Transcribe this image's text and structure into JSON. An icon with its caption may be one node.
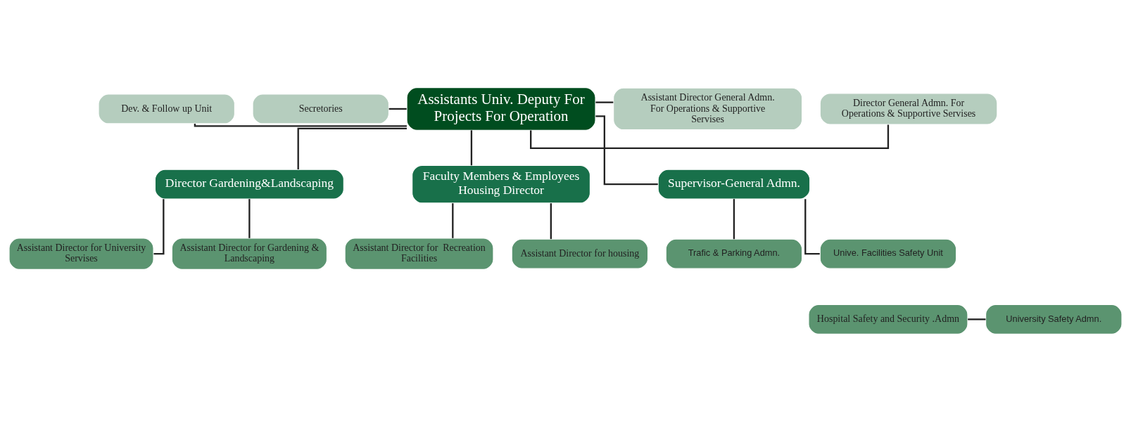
{
  "diagram": {
    "nodes": [
      {
        "text": [
          "Assistants Univ. Deputy For Projects For Operation"
        ]
      },
      {
        "text": [
          "Dev. & Follow up Unit"
        ]
      },
      {
        "text": [
          "Secretories"
        ]
      },
      {
        "text": [
          "Director General Admn. For Operations & Supportive Servises"
        ]
      },
      {
        "text": [
          "Assistant Director General Admn. For Operations & Supportive Servises"
        ]
      },
      {
        "text": [
          "Director Gardening&Landscaping"
        ]
      },
      {
        "text": [
          "Faculty Members & Employees Housing Director"
        ]
      },
      {
        "text": [
          "Supervisor-General Admn."
        ]
      },
      {
        "text": [
          "Assistant Director for University Servises"
        ]
      },
      {
        "text": [
          "Assistant Director for Gardening & Landscaping"
        ]
      },
      {
        "text": [
          "Assistant Director for  Recreation Facilities"
        ]
      },
      {
        "text": [
          "Assistant Director for housing"
        ]
      },
      {
        "text": [
          "Trafic & Parking Admn."
        ]
      },
      {
        "text": [
          "Unive. Facilities Safety Unit"
        ]
      },
      {
        "text": [
          "Hospital Safety and Security .Admn"
        ]
      },
      {
        "text": [
          "University Safety Admn."
        ]
      }
    ],
    "edges": [
      {
        "from": 1,
        "to": 0,
        "arrow": "none"
      },
      {
        "from": 2,
        "to": 0,
        "arrow": "none"
      },
      {
        "from": 0,
        "to": 3,
        "arrow": "none"
      },
      {
        "from": 0,
        "to": 4,
        "arrow": "none"
      },
      {
        "from": 0,
        "to": 5,
        "arrow": "none"
      },
      {
        "from": 0,
        "to": 6,
        "arrow": "none"
      },
      {
        "from": 0,
        "to": 7,
        "arrow": "none"
      },
      {
        "from": 5,
        "to": 8,
        "arrow": "none"
      },
      {
        "from": 5,
        "to": 9,
        "arrow": "none"
      },
      {
        "from": 6,
        "to": 10,
        "arrow": "none"
      },
      {
        "from": 6,
        "to": 11,
        "arrow": "none"
      },
      {
        "from": 7,
        "to": 12,
        "arrow": "none"
      },
      {
        "from": 7,
        "to": 13,
        "arrow": "none"
      },
      {
        "from": 14,
        "to": 15,
        "arrow": "none"
      }
    ]
  }
}
